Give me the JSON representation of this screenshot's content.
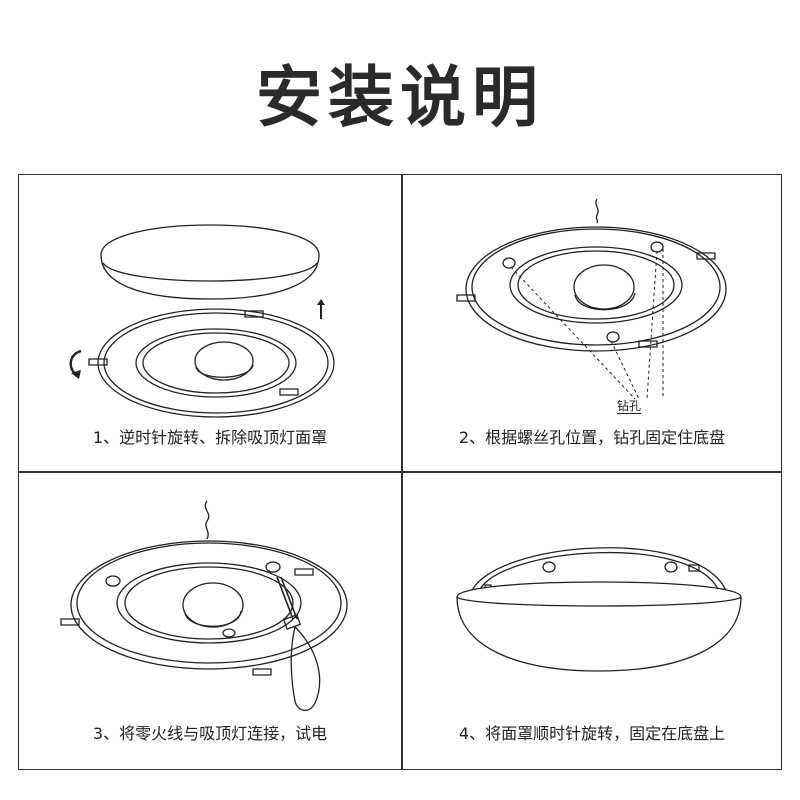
{
  "title": "安装说明",
  "steps": [
    {
      "caption": "1、逆时针旋转、拆除吸顶灯面罩"
    },
    {
      "caption": "2、根据螺丝孔位置，钻孔固定住底盘",
      "callout": "钻孔"
    },
    {
      "caption": "3、将零火线与吸顶灯连接，试电"
    },
    {
      "caption": "4、将面罩顺时针旋转，固定在底盘上"
    }
  ]
}
